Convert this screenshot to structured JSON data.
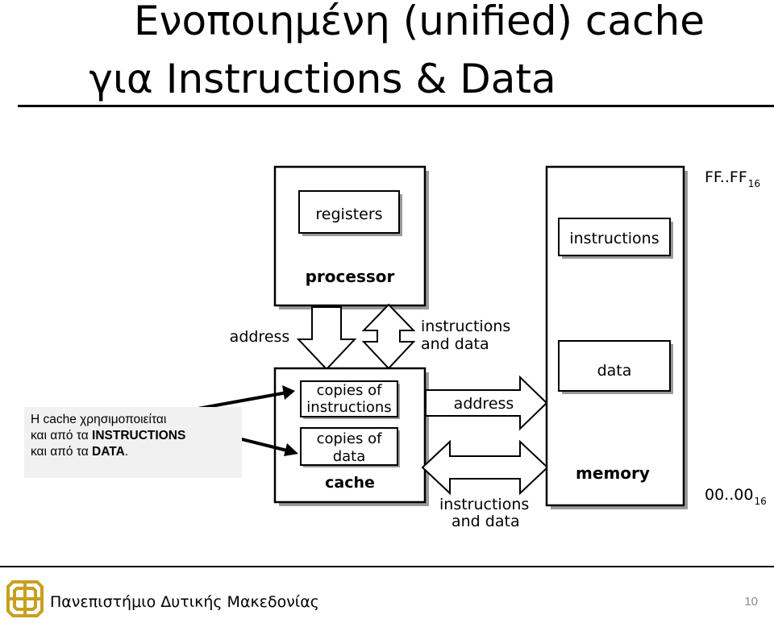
{
  "slide": {
    "title_line1": "Ενοποιημένη (unified) cache",
    "title_line2": "για Instructions & Data",
    "page_number": "10"
  },
  "diagram": {
    "registers": "registers",
    "processor": "processor",
    "address_left": "address",
    "instr_data_top_line1": "instructions",
    "instr_data_top_line2": "and data",
    "cache_copies_instr_line1": "copies of",
    "cache_copies_instr_line2": "instructions",
    "cache_copies_data_line1": "copies of",
    "cache_copies_data_line2": "data",
    "cache": "cache",
    "address_right": "address",
    "instr_data_bottom_line1": "instructions",
    "instr_data_bottom_line2": "and data",
    "mem_instructions": "instructions",
    "mem_data": "data",
    "memory": "memory",
    "addr_top": "FF..FF",
    "addr_top_sub": "16",
    "addr_bottom": "00..00",
    "addr_bottom_sub": "16"
  },
  "note": {
    "line1": "Η cache χρησιμοποιείται",
    "line2_prefix": "και από τα ",
    "line2_bold": "INSTRUCTIONS",
    "line3_prefix": "και από τα ",
    "line3_bold": "DATA",
    "line3_suffix": "."
  },
  "footer": {
    "institution": "Πανεπιστήμιο Δυτικής Μακεδονίας"
  },
  "colors": {
    "logo": "#c8a020",
    "box_shadow": "#9a9a9a",
    "note_bg": "#f1f1f1"
  }
}
